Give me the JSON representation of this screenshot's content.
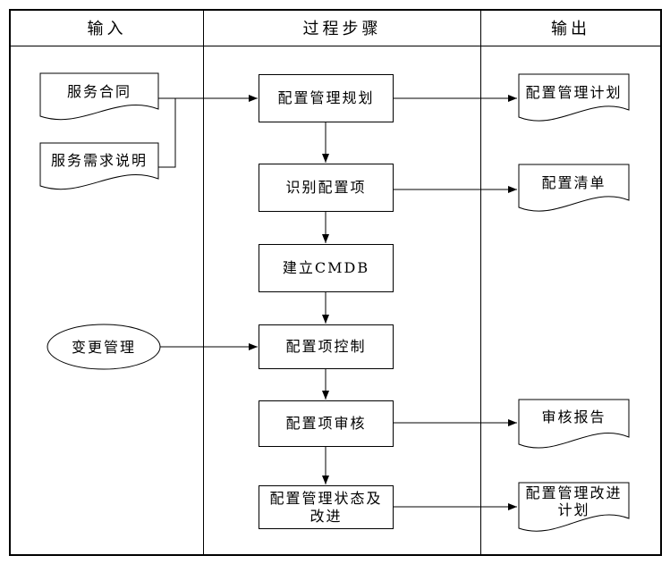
{
  "header": {
    "col_input": "输入",
    "col_process": "过程步骤",
    "col_output": "输出"
  },
  "inputs": [
    {
      "label": "服务合同"
    },
    {
      "label": "服务需求说明"
    }
  ],
  "external": {
    "label": "变更管理"
  },
  "process": [
    {
      "label": "配置管理规划"
    },
    {
      "label": "识别配置项"
    },
    {
      "label": "建立CMDB"
    },
    {
      "label": "配置项控制"
    },
    {
      "label": "配置项审核"
    },
    {
      "label": "配置管理状态及改进"
    }
  ],
  "outputs": [
    {
      "label": "配置管理计划"
    },
    {
      "label": "配置清单"
    },
    {
      "label": "审核报告"
    },
    {
      "label": "配置管理改进计划"
    }
  ],
  "colors": {
    "line": "#000000",
    "background": "#ffffff"
  }
}
